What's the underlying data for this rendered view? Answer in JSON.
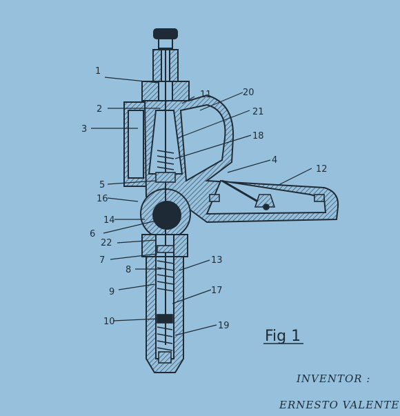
{
  "figure_label": "Fig 1",
  "inventor_heading": "INVENTOR :",
  "inventor_name": "ERNESTO VALENTE",
  "part_labels": [
    "1",
    "2",
    "3",
    "4",
    "5",
    "6",
    "7",
    "8",
    "9",
    "10",
    "11",
    "12",
    "13",
    "14",
    "16",
    "17",
    "18",
    "19",
    "20",
    "21",
    "22"
  ],
  "colors": {
    "background": "#97c0dc",
    "ink": "#1e2b36",
    "hatch": "#4a6478"
  }
}
